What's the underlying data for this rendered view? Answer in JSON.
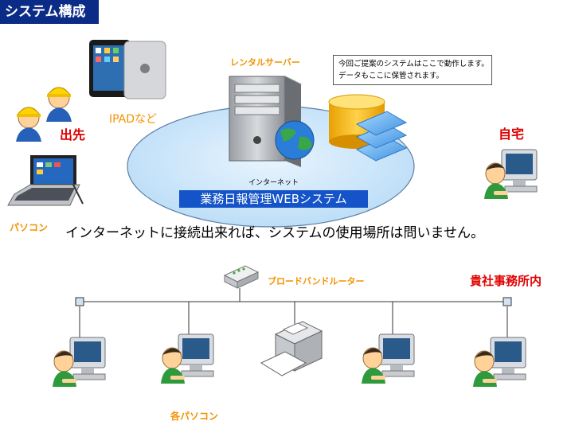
{
  "title": "システム構成",
  "labels": {
    "outside": "出先",
    "ipad": "IPADなど",
    "pc": "パソコン",
    "rental_server": "レンタルサーバー",
    "internet": "インターネット",
    "home": "自宅",
    "router": "ブロードバンドルーター",
    "office": "貴社事務所内",
    "each_pc": "各パソコン"
  },
  "note_lines": [
    "今回ご提案のシステムはここで動作します。",
    "データもここに保管されます。"
  ],
  "banner": "業務日報管理WEBシステム",
  "caption": "インターネットに接続出来れば、システムの使用場所は問いません。",
  "colors": {
    "title_bg": "#0b2c86",
    "banner_bg": "#1554c8",
    "accent_orange": "#f39200",
    "accent_red": "#e00000",
    "cloud": "#cfe8fb"
  }
}
